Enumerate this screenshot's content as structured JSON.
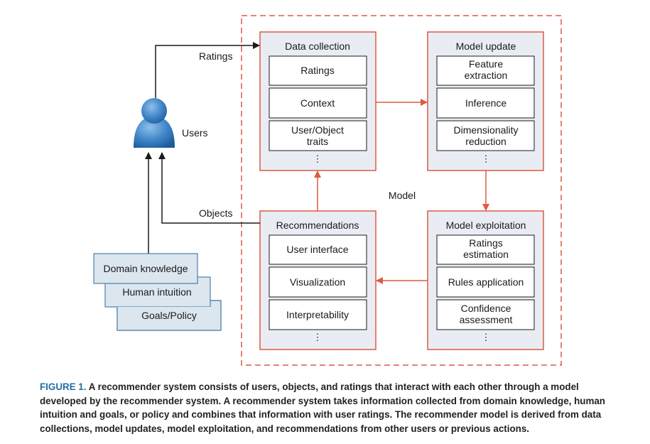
{
  "colors": {
    "accent": "#dd5a44",
    "box_fill": "#e9edf3",
    "domain_fill": "#dbe6ef",
    "caption_label": "#1f6fa3"
  },
  "labels": {
    "ratings": "Ratings",
    "users": "Users",
    "objects": "Objects",
    "model": "Model",
    "ellipsis": "⋮"
  },
  "stages": {
    "data_collection": {
      "title": "Data collection",
      "items": [
        "Ratings",
        "Context",
        "User/Object traits"
      ]
    },
    "model_update": {
      "title": "Model update",
      "items": [
        "Feature extraction",
        "Inference",
        "Dimensionality reduction"
      ]
    },
    "model_exploitation": {
      "title": "Model exploitation",
      "items": [
        "Ratings estimation",
        "Rules application",
        "Confidence assessment"
      ]
    },
    "recommendations": {
      "title": "Recommendations",
      "items": [
        "User interface",
        "Visualization",
        "Interpretability"
      ]
    }
  },
  "sources": [
    "Domain knowledge",
    "Human intuition",
    "Goals/Policy"
  ],
  "caption": {
    "label": "FIGURE 1.",
    "text": "A recommender system consists of users, objects, and ratings that interact with each other through a model developed by the recommender system. A recommender system takes information collected from domain knowledge, human intuition and goals, or policy and combines that information with user ratings. The recommender model is derived from data collections, model updates, model exploitation, and recommendations from other users or previous actions."
  }
}
